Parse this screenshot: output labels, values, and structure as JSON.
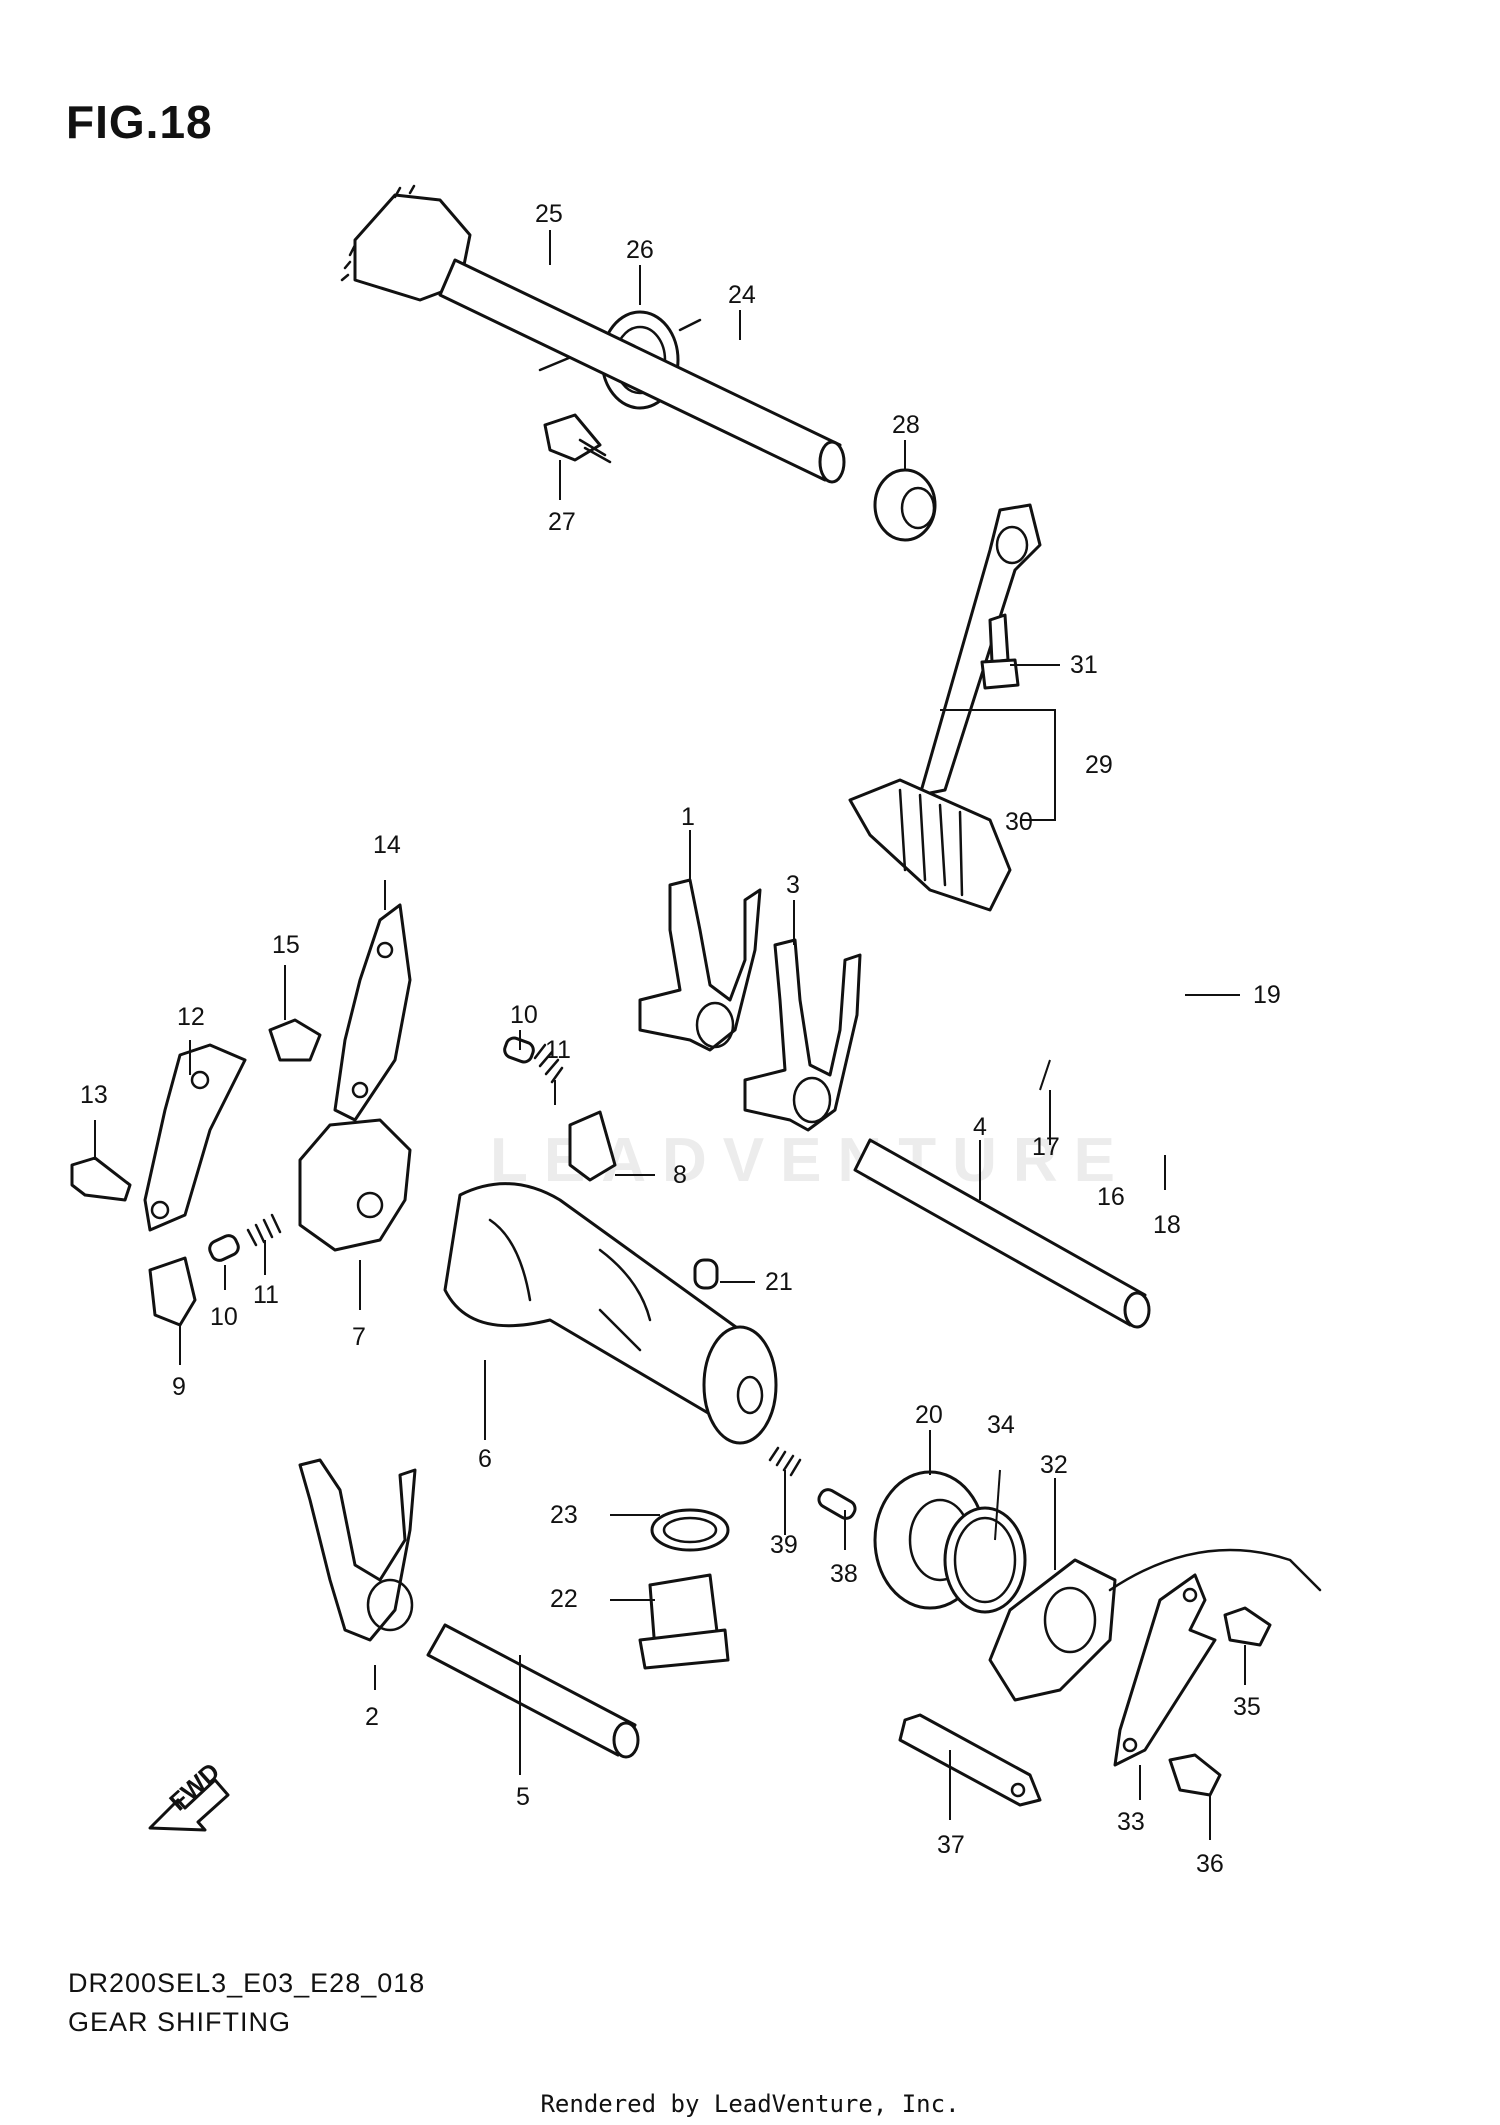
{
  "figure": {
    "title": "FIG.18",
    "model_code": "DR200SEL3_E03_E28_018",
    "section_name": "GEAR SHIFTING",
    "watermark": "LEADVENTURE",
    "render_credit": "Rendered by LeadVenture, Inc.",
    "fwd_label": "FWD"
  },
  "callouts": [
    "1",
    "2",
    "3",
    "4",
    "5",
    "6",
    "7",
    "8",
    "9",
    "10",
    "10",
    "11",
    "11",
    "12",
    "13",
    "14",
    "15",
    "16",
    "17",
    "18",
    "19",
    "20",
    "21",
    "22",
    "23",
    "24",
    "25",
    "26",
    "27",
    "28",
    "29",
    "30",
    "31",
    "32",
    "33",
    "34",
    "35",
    "36",
    "37",
    "38",
    "39"
  ],
  "icons": [
    "fwd-arrow-icon"
  ]
}
